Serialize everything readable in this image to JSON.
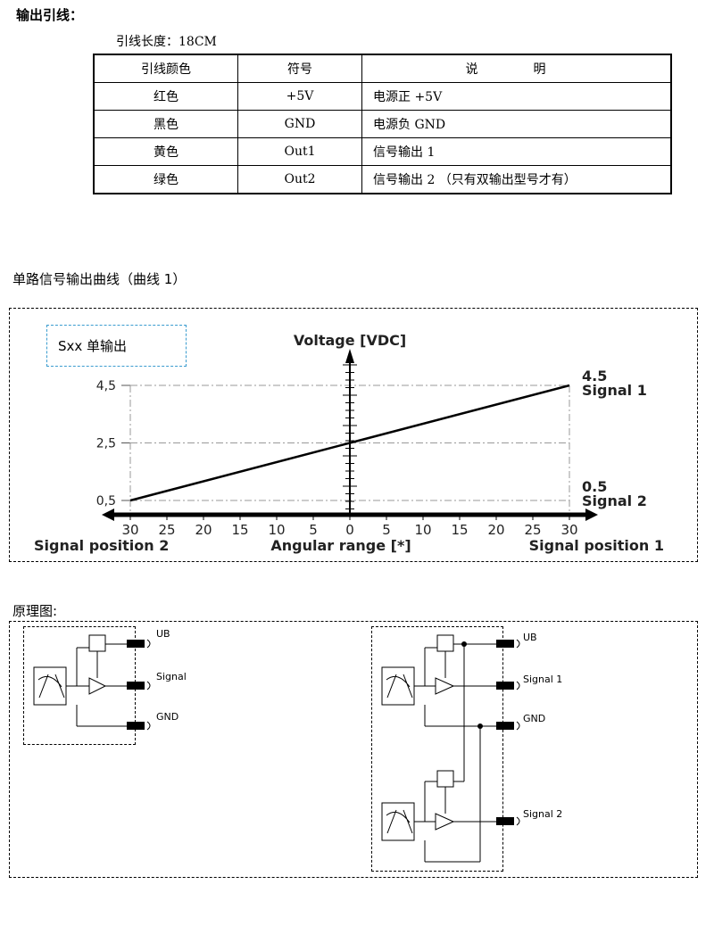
{
  "heading": "输出引线：",
  "wire_length": "引线长度：18CM",
  "wire_table": {
    "header": [
      "引线颜色",
      "符号",
      "说　明"
    ],
    "rows": [
      [
        "红色",
        "+5V",
        "电源正 +5V"
      ],
      [
        "黑色",
        "GND",
        "电源负 GND"
      ],
      [
        "黄色",
        "Out1",
        "信号输出 1"
      ],
      [
        "绿色",
        "Out2",
        "信号输出 2 （只有双输出型号才有）"
      ]
    ]
  },
  "curve_section_title": "单路信号输出曲线（曲线 1）",
  "chart_badge": "Sxx   单输出",
  "chart_data": {
    "type": "line",
    "ylabel": "Voltage [VDC]",
    "xlabel": "Angular range [*]",
    "x_left_label": "Signal position 2",
    "x_right_label": "Signal position 1",
    "x_ticks": [
      "30",
      "25",
      "20",
      "15",
      "10",
      "5",
      "0",
      "5",
      "10",
      "15",
      "20",
      "25",
      "30"
    ],
    "y_ticks": [
      "4,5",
      "2,5",
      "0,5"
    ],
    "series": [
      {
        "x": [
          -30,
          0,
          30
        ],
        "y": [
          0.5,
          2.5,
          4.5
        ]
      }
    ],
    "right_labels": [
      {
        "value": "4.5",
        "name": "Signal 1"
      },
      {
        "value": "0.5",
        "name": "Signal 2"
      }
    ],
    "xlim": [
      -30,
      30
    ],
    "ylim": [
      0.5,
      4.5
    ]
  },
  "schematic_title": "原理图:",
  "schematic_single": {
    "pins": [
      "UB",
      "Signal",
      "GND"
    ]
  },
  "schematic_dual": {
    "pins": [
      "UB",
      "Signal 1",
      "GND",
      "Signal 2"
    ]
  }
}
